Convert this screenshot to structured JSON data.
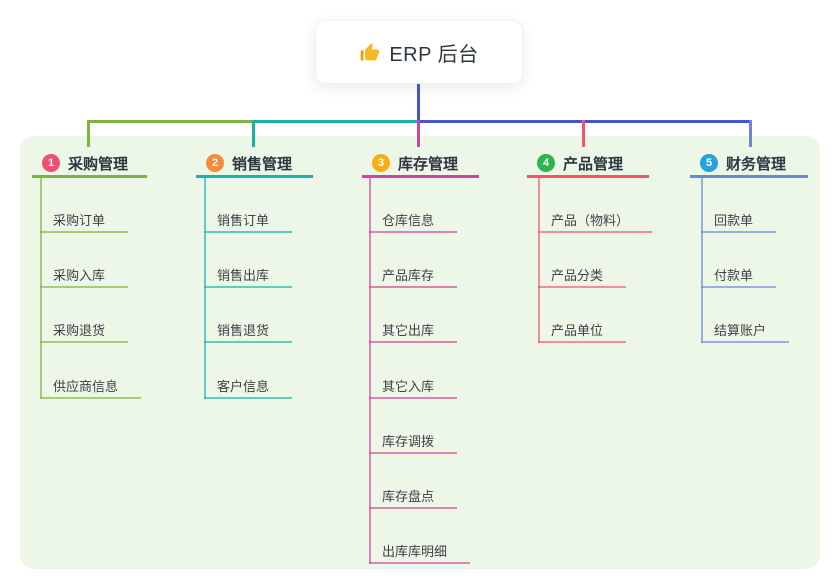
{
  "root": {
    "title": "ERP 后台",
    "icon": "thumbs-up-icon",
    "icon_color": "#f5b821",
    "line_color": "#4356c6"
  },
  "panel_color": "#edf7e7",
  "branches": [
    {
      "index": "1",
      "label": "采购管理",
      "badge_color": "#f2506e",
      "line_color": "#7fb53f",
      "children": [
        "采购订单",
        "采购入库",
        "采购退货",
        "供应商信息"
      ]
    },
    {
      "index": "2",
      "label": "销售管理",
      "badge_color": "#fb8a3a",
      "line_color": "#17b3aa",
      "children": [
        "销售订单",
        "销售出库",
        "销售退货",
        "客户信息"
      ]
    },
    {
      "index": "3",
      "label": "库存管理",
      "badge_color": "#fbac18",
      "line_color": "#cf4699",
      "children": [
        "仓库信息",
        "产品库存",
        "其它出库",
        "其它入库",
        "库存调拨",
        "库存盘点",
        "出库库明细"
      ]
    },
    {
      "index": "4",
      "label": "产品管理",
      "badge_color": "#2cb551",
      "line_color": "#f2566b",
      "children": [
        "产品（物料）",
        "产品分类",
        "产品单位"
      ]
    },
    {
      "index": "5",
      "label": "财务管理",
      "badge_color": "#27a2db",
      "line_color": "#6c87d7",
      "children": [
        "回款单",
        "付款单",
        "结算账户"
      ]
    }
  ]
}
